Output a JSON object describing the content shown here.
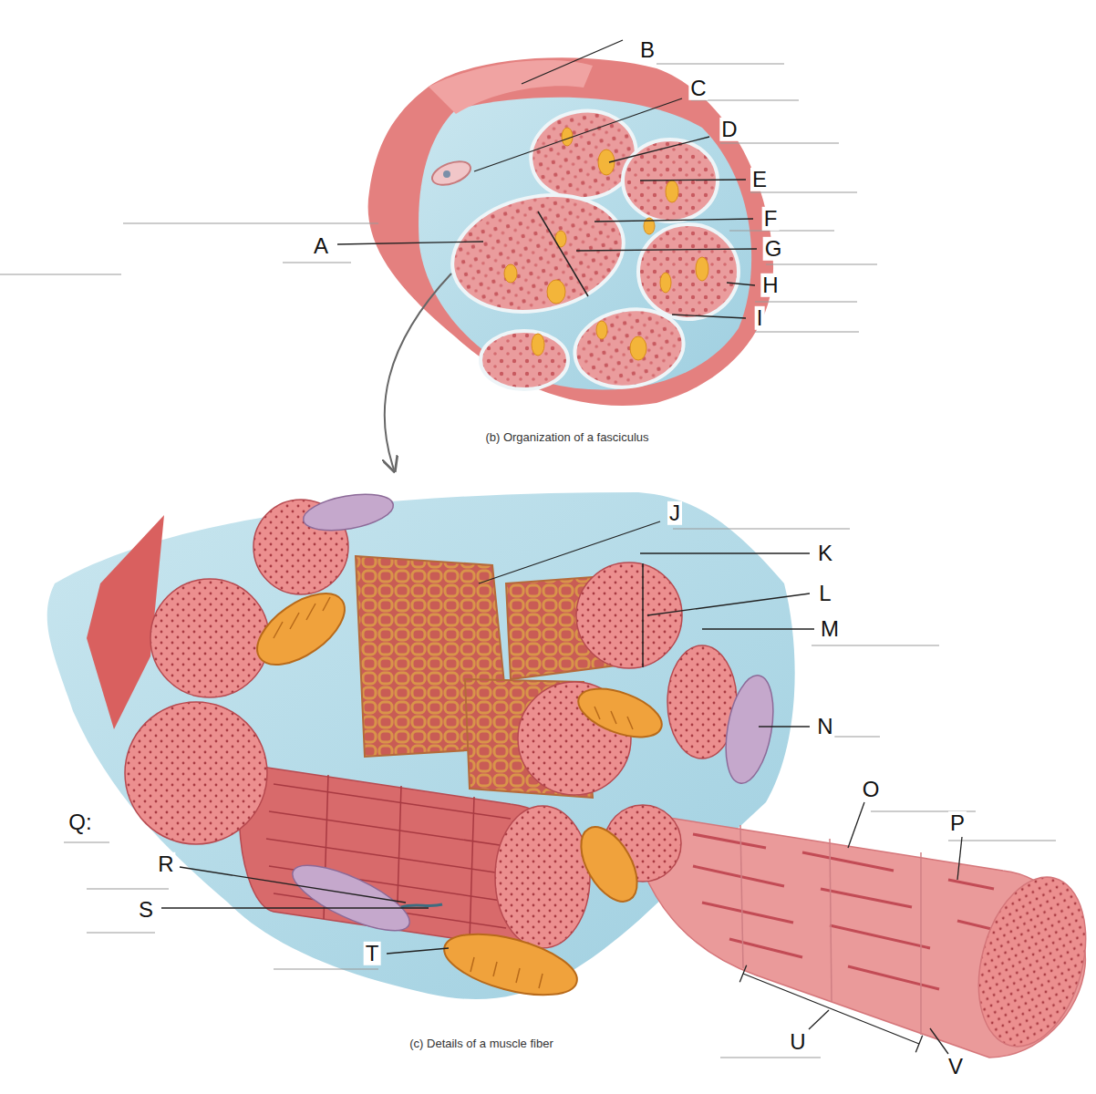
{
  "diagram": {
    "labels": [
      "B",
      "C",
      "D",
      "E",
      "F",
      "A",
      "G",
      "H",
      "I",
      "(b) Organization of a fasciculus",
      "J",
      "K",
      "L",
      "M",
      "N",
      "O",
      "P",
      "Q:",
      "R",
      "S",
      "T",
      "U",
      "V",
      "(c) Details of a muscle fiber"
    ]
  }
}
